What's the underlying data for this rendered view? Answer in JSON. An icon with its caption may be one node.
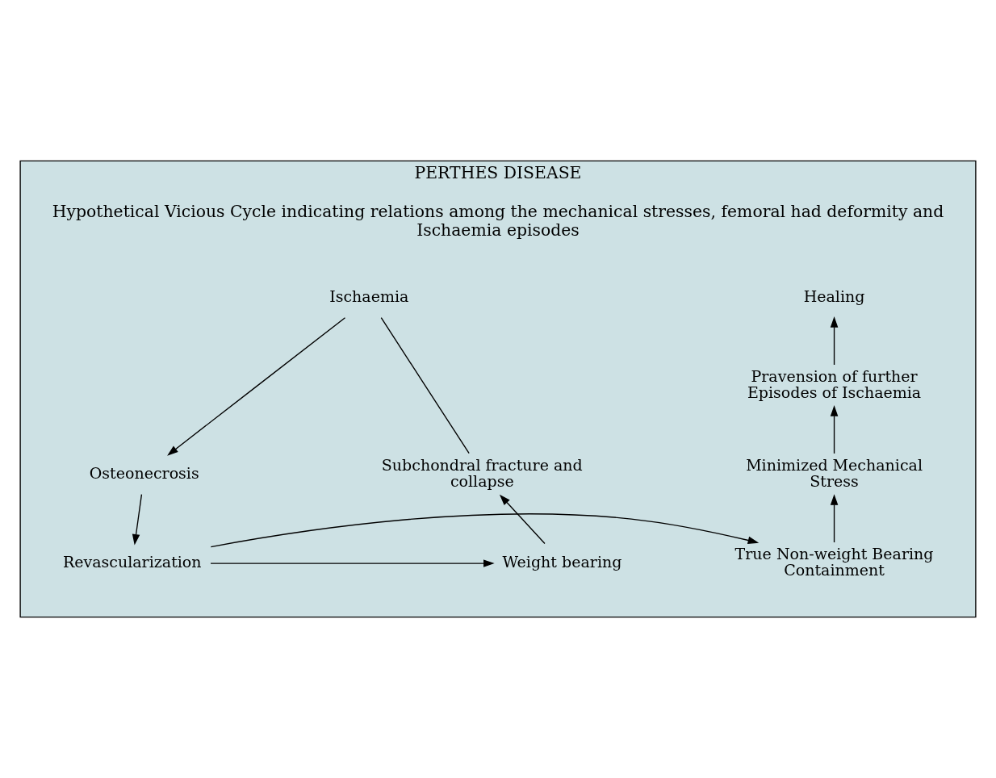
{
  "diagram": {
    "nodes": [
      {
        "text": [
          "PERTHES DISEASE",
          "Hypothetical Vicious Cycle indicating relations among the mechanical stresses, femoral had deformity and Ischaemia episodes"
        ]
      },
      {
        "text": [
          "Ischaemia"
        ],
        "in": 0
      },
      {
        "text": [
          "Healing"
        ],
        "in": 0
      },
      {
        "text": [
          "Pravension of further Episodes of Ischaemia"
        ],
        "in": 0
      },
      {
        "text": [
          "Subchondral fracture and collapse"
        ],
        "in": 0
      },
      {
        "text": [
          "Osteonecrosis"
        ],
        "in": 0
      },
      {
        "text": [
          "Minimized Mechanical Stress"
        ],
        "in": 0
      },
      {
        "text": [
          "Weight bearing"
        ],
        "in": 0
      },
      {
        "text": [
          "Revascularization"
        ],
        "in": 0
      },
      {
        "text": [
          "True Non-weight Bearing Containment"
        ],
        "in": 0
      }
    ],
    "edges": [
      {
        "from": 1,
        "to": 5,
        "arrow": "to"
      },
      {
        "from": 5,
        "to": 8,
        "arrow": "to"
      },
      {
        "from": 8,
        "to": 7,
        "arrow": "to"
      },
      {
        "from": 7,
        "to": 4,
        "arrow": "to"
      },
      {
        "from": 4,
        "to": 1,
        "arrow": "none"
      },
      {
        "from": 8,
        "to": 9,
        "arrow": "to"
      },
      {
        "from": 9,
        "to": 6,
        "arrow": "to"
      },
      {
        "from": 6,
        "to": 3,
        "arrow": "to"
      },
      {
        "from": 3,
        "to": 2,
        "arrow": "to"
      }
    ]
  }
}
